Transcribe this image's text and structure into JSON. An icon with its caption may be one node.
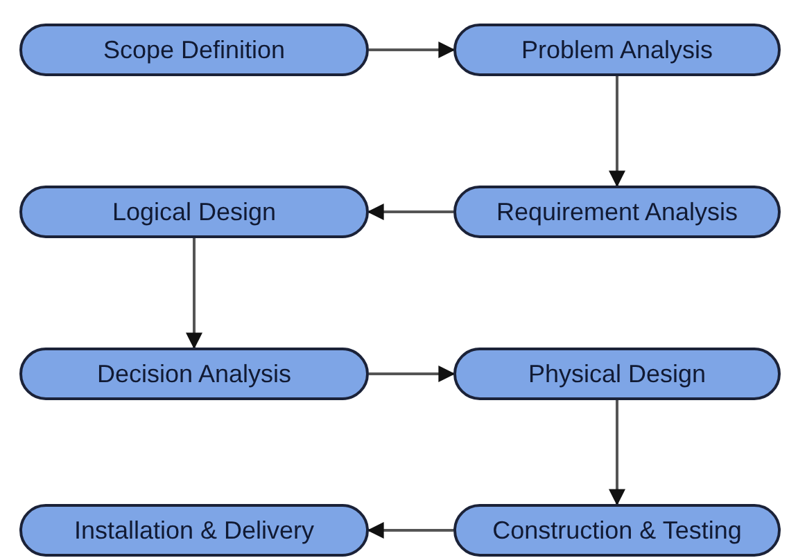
{
  "diagram": {
    "nodes": [
      {
        "text": [
          "Scope Definition"
        ]
      },
      {
        "text": [
          "Problem Analysis"
        ]
      },
      {
        "text": [
          "Requirement Analysis"
        ]
      },
      {
        "text": [
          "Logical Design"
        ]
      },
      {
        "text": [
          "Decision Analysis"
        ]
      },
      {
        "text": [
          "Physical Design"
        ]
      },
      {
        "text": [
          "Construction & Testing"
        ]
      },
      {
        "text": [
          "Installation & Delivery"
        ]
      }
    ],
    "edges": [
      {
        "from": 0,
        "to": 1,
        "arrow": "to"
      },
      {
        "from": 1,
        "to": 2,
        "arrow": "to"
      },
      {
        "from": 2,
        "to": 3,
        "arrow": "to"
      },
      {
        "from": 3,
        "to": 4,
        "arrow": "to"
      },
      {
        "from": 4,
        "to": 5,
        "arrow": "to"
      },
      {
        "from": 5,
        "to": 6,
        "arrow": "to"
      },
      {
        "from": 6,
        "to": 7,
        "arrow": "to"
      }
    ]
  }
}
